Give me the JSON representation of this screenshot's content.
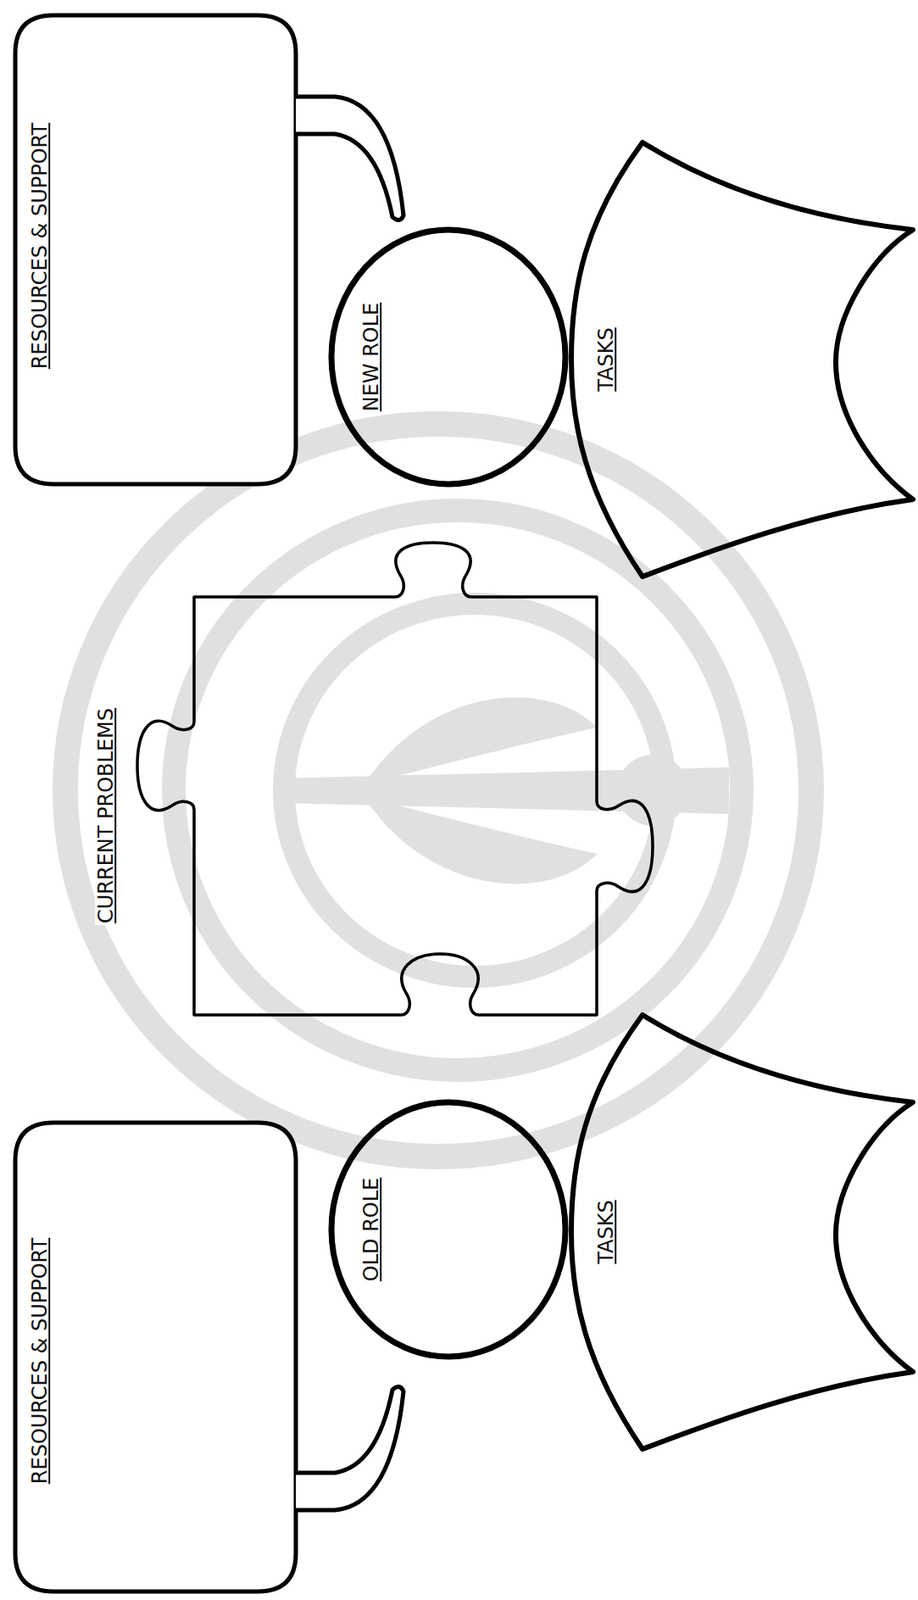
{
  "diagram": {
    "nodes": [
      {
        "text": [
          "RESOURCES & SUPPORT"
        ]
      },
      {
        "text": [
          "NEW ROLE"
        ]
      },
      {
        "text": [
          "TASKS"
        ]
      },
      {
        "text": [
          "CURRENT PROBLEMS"
        ]
      },
      {
        "text": [
          "OLD ROLE"
        ]
      },
      {
        "text": [
          "TASKS"
        ]
      },
      {
        "text": [
          "RESOURCES & SUPPORT"
        ]
      }
    ]
  }
}
